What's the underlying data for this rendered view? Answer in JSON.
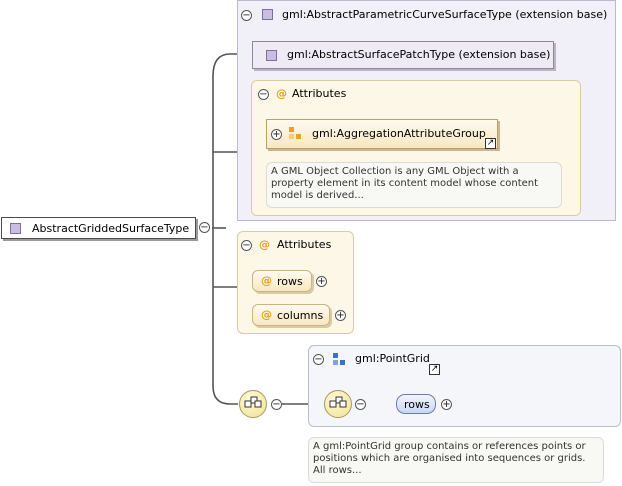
{
  "root": {
    "label": "AbstractGriddedSurfaceType"
  },
  "extension_base": {
    "title": "gml:AbstractParametricCurveSurfaceType (extension base)",
    "child_base": "gml:AbstractSurfacePatchType (extension base)",
    "attributes_label": "Attributes",
    "group_label": "gml:AggregationAttributeGroup",
    "group_doc": "A GML Object Collection is any GML Object with a property element in its content model whose content model is derived..."
  },
  "attributes": {
    "label": "Attributes",
    "items": [
      "rows",
      "columns"
    ]
  },
  "point_grid": {
    "label": "gml:PointGrid",
    "child": "rows",
    "doc": "A gml:PointGrid group contains or references points or positions which are organised into sequences or grids. All rows..."
  },
  "colors": {
    "attribute_marker": "#e2a11c",
    "element_icon": "#c9bde3",
    "group_icon": "#f0a020",
    "point_grid_icon": "#3b74c4"
  }
}
